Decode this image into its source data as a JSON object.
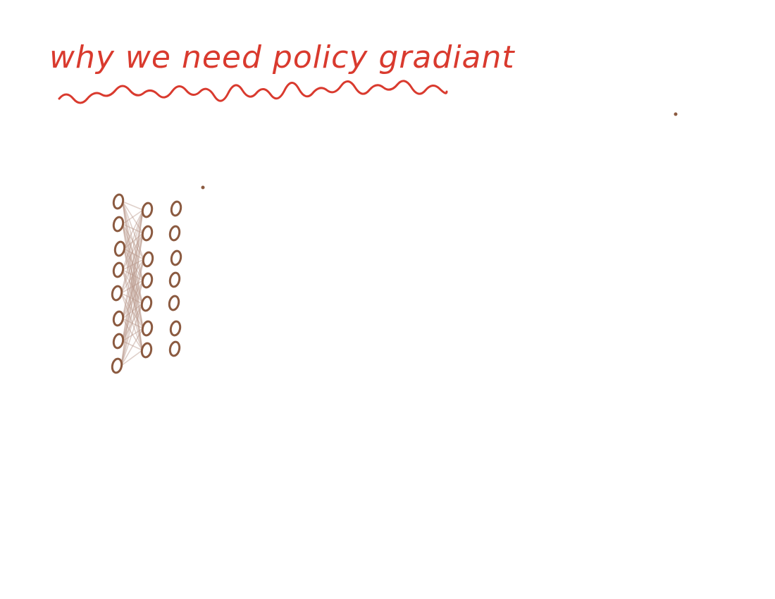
{
  "note": {
    "title": "why we need policy gradiant",
    "colors": {
      "title_ink": "#d93a2e",
      "network_ink": "#8b5a40",
      "connection_ink": "#b8978a",
      "background": "#ffffff"
    }
  },
  "network": {
    "layers": [
      {
        "neurons": 8
      },
      {
        "neurons": 7
      },
      {
        "neurons": 7
      }
    ],
    "neuron_glyph": "0"
  }
}
